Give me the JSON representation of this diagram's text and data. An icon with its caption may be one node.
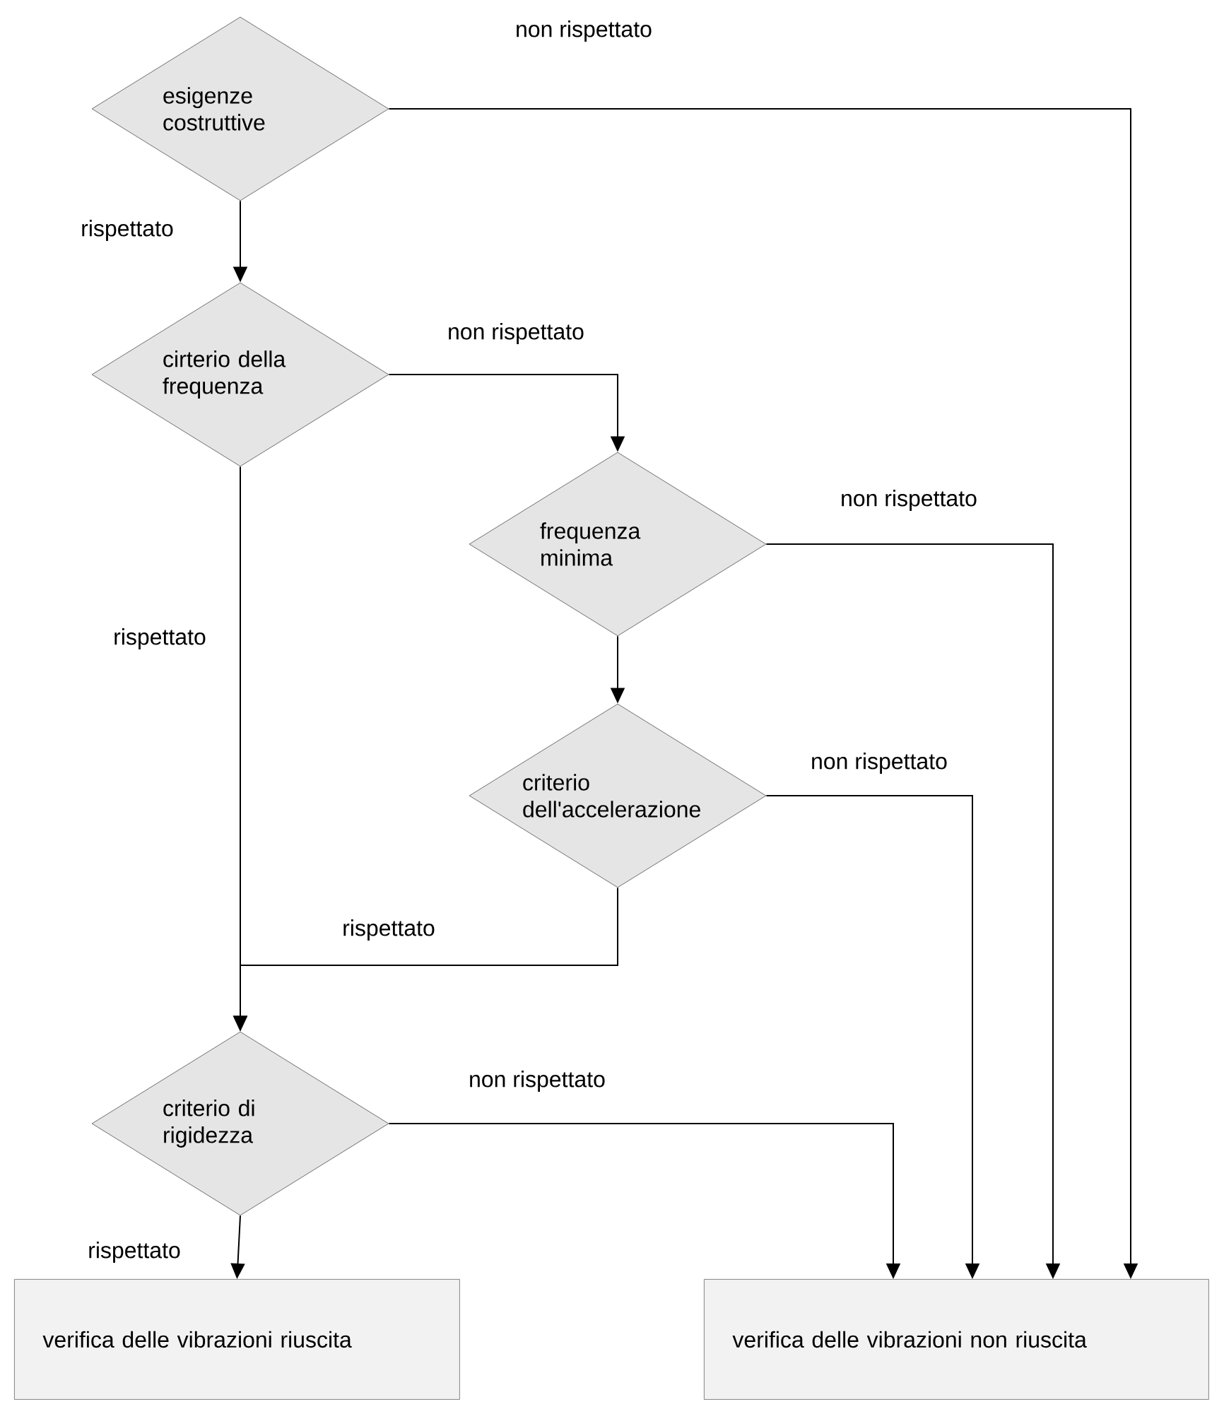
{
  "diagram": {
    "nodes": [
      {
        "text": [
          "esigenze costruttive"
        ]
      },
      {
        "text": [
          "cirterio della frequenza"
        ]
      },
      {
        "text": [
          "frequenza minima"
        ]
      },
      {
        "text": [
          "criterio dell'accelerazione"
        ]
      },
      {
        "text": [
          "criterio di rigidezza"
        ]
      },
      {
        "text": [
          "verifica delle vibrazioni riuscita"
        ]
      },
      {
        "text": [
          "verifica delle vibrazioni non riuscita"
        ]
      }
    ],
    "edges": [
      {
        "from": 0,
        "to": 6,
        "arrow": "to",
        "label": "non rispettato"
      },
      {
        "from": 0,
        "to": 1,
        "arrow": "to",
        "label": "rispettato"
      },
      {
        "from": 1,
        "to": 2,
        "arrow": "to",
        "label": "non rispettato"
      },
      {
        "from": 1,
        "to": 4,
        "arrow": "to",
        "label": "rispettato"
      },
      {
        "from": 2,
        "to": 6,
        "arrow": "to",
        "label": "non rispettato"
      },
      {
        "from": 2,
        "to": 3,
        "arrow": "to"
      },
      {
        "from": 3,
        "to": 6,
        "arrow": "to",
        "label": "non rispettato"
      },
      {
        "from": 3,
        "to": 4,
        "arrow": "to",
        "label": "rispettato"
      },
      {
        "from": 4,
        "to": 6,
        "arrow": "to",
        "label": "non rispettato"
      },
      {
        "from": 4,
        "to": 5,
        "arrow": "to",
        "label": "rispettato"
      }
    ]
  }
}
